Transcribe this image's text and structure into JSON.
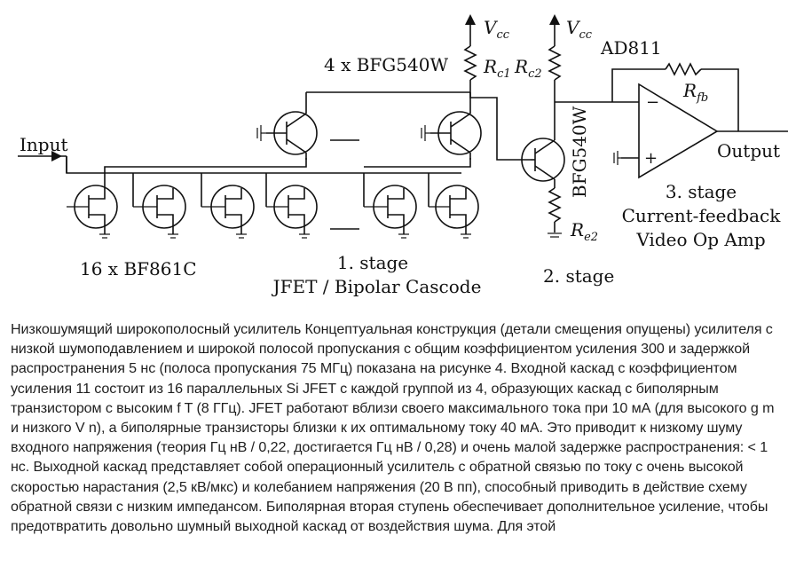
{
  "diagram": {
    "labels": {
      "vcc1": "V",
      "vcc1_sub": "cc",
      "vcc2": "V",
      "vcc2_sub": "cc",
      "bfg_count": "4 x BFG540W",
      "rc1": "R",
      "rc1_sub": "c1",
      "rc2": "R",
      "rc2_sub": "c2",
      "ad811": "AD811",
      "rfb": "R",
      "rfb_sub": "fb",
      "input": "Input",
      "output": "Output",
      "bfg_vertical": "BFG540W",
      "re2": "R",
      "re2_sub": "e2",
      "stage3_line1": "3. stage",
      "stage3_line2": "Current-feedback",
      "stage3_line3": "Video Op Amp",
      "jfet_count": "16 x BF861C",
      "stage1_line1": "1. stage",
      "stage1_line2": "JFET / Bipolar Cascode",
      "stage2": "2. stage",
      "opamp_minus": "−",
      "opamp_plus": "+"
    }
  },
  "caption": {
    "text": "Низкошумящий широкополосный усилитель Концептуальная конструкция (детали смещения опущены) усилителя с низкой шумоподавлением и широкой полосой пропускания с общим коэффициентом усиления 300 и задержкой распространения 5 нс (полоса пропускания 75 МГц) показана на рисунке 4. Входной каскад с коэффициентом усиления 11 состоит из 16 параллельных Si JFET с каждой группой из 4, образующих каскад с биполярным транзистором с высоким f T (8 ГГц). JFET работают вблизи своего максимального тока при 10 мА (для высокого g m и низкого V n), а биполярные транзисторы близки к их оптимальному току 40 мА. Это приводит к низкому шуму входного напряжения (теория Гц нВ / 0,22, достигается Гц нВ / 0,28) и очень малой задержке распространения: < 1 нс. Выходной каскад представляет собой операционный усилитель с обратной связью по току с очень высокой скоростью нарастания (2,5 кВ/мкс) и колебанием напряжения (20 В пп), способный приводить в действие схему обратной связи с низким импедансом. Биполярная вторая ступень обеспечивает дополнительное усиление, чтобы предотвратить довольно шумный выходной каскад от воздействия шума. Для этой"
  }
}
